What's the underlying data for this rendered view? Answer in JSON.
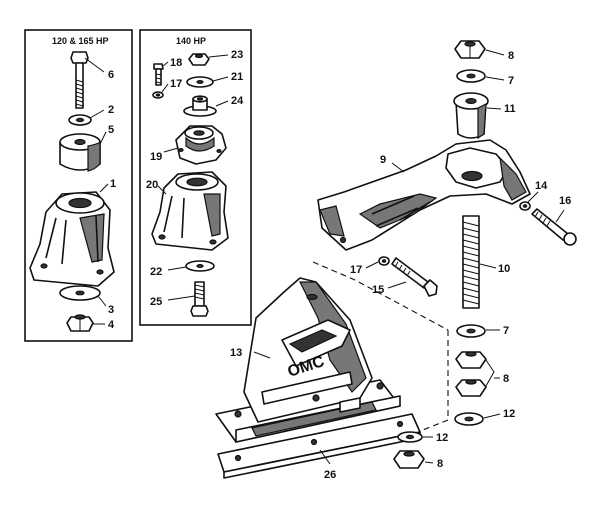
{
  "panels": {
    "left_title": "120 & 165 HP",
    "middle_title": "140 HP"
  },
  "callouts": {
    "c1": "1",
    "c2": "2",
    "c3": "3",
    "c4": "4",
    "c5": "5",
    "c6": "6",
    "c7a": "7",
    "c7b": "7",
    "c8a": "8",
    "c8b": "8",
    "c8c": "8",
    "c9": "9",
    "c10": "10",
    "c11": "11",
    "c12a": "12",
    "c12b": "12",
    "c13": "13",
    "c14": "14",
    "c15": "15",
    "c16": "16",
    "c17a": "17",
    "c17b": "17",
    "c18": "18",
    "c19": "19",
    "c20": "20",
    "c21": "21",
    "c22": "22",
    "c23": "23",
    "c24": "24",
    "c25": "25",
    "c26": "26"
  },
  "mount_logo": "OMC"
}
